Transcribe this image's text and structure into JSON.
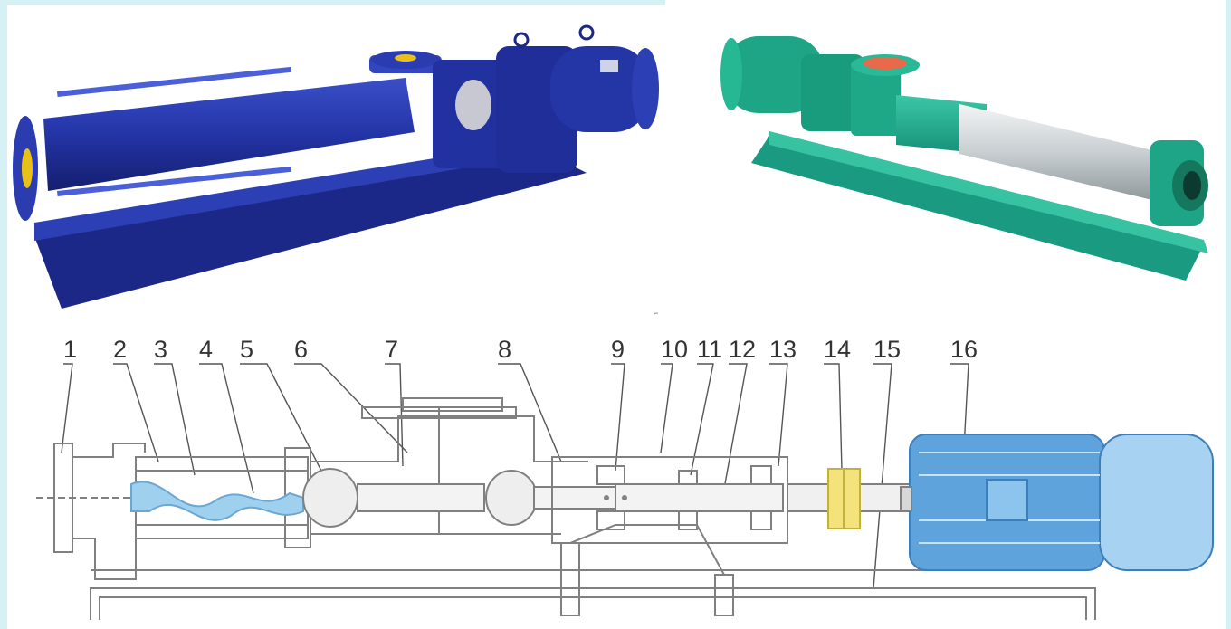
{
  "figure": {
    "photos": [
      {
        "subject": "blue single screw pump on base frame",
        "color": "#2233a0"
      },
      {
        "subject": "green single screw pump on base frame",
        "color": "#1ea58a"
      }
    ],
    "diagram": {
      "callouts": [
        "1",
        "2",
        "3",
        "4",
        "5",
        "6",
        "7",
        "8",
        "9",
        "10",
        "11",
        "12",
        "13",
        "14",
        "15",
        "16"
      ],
      "colors": {
        "line": "#808080",
        "rotor": "#9fd0ee",
        "coupling": "#f3e37a",
        "motor": "#5fa3dd",
        "motor_light": "#a8d2f2"
      }
    }
  }
}
